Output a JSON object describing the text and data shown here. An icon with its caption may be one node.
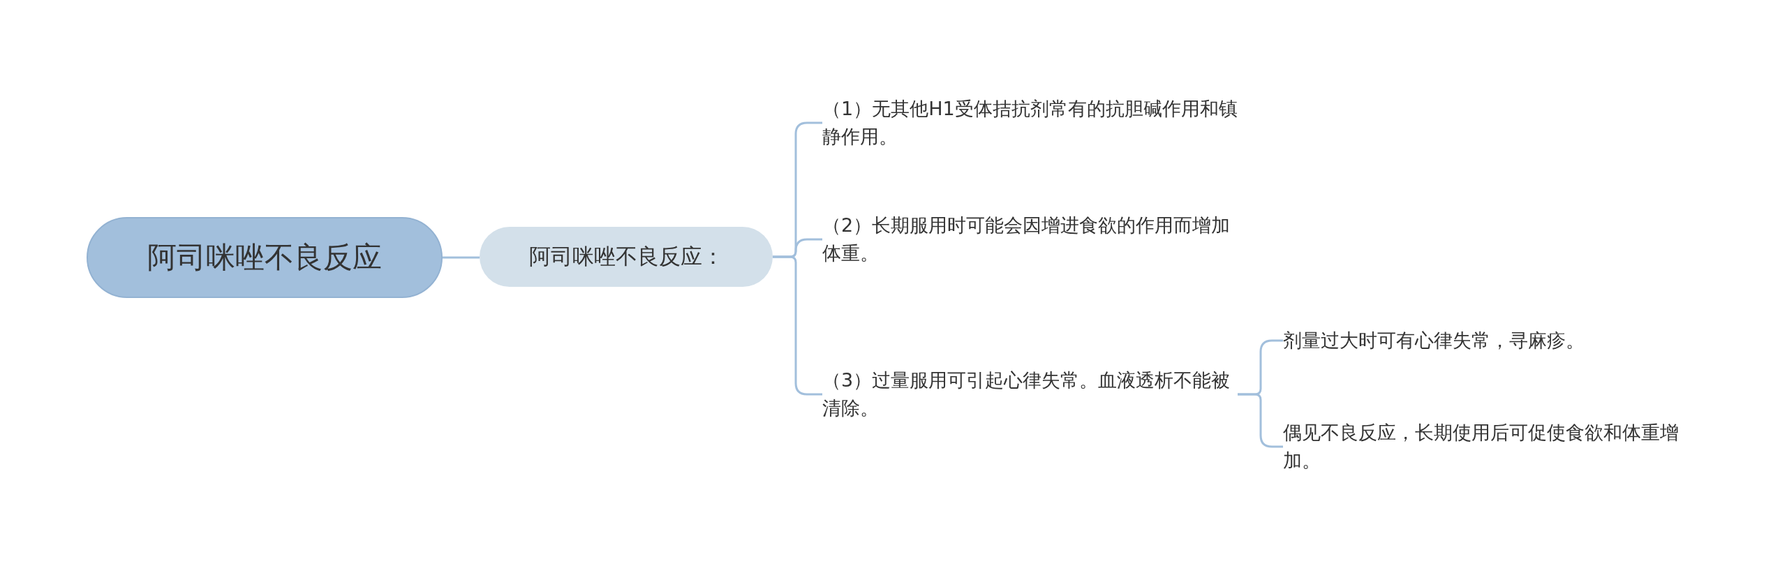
{
  "diagram": {
    "nodes": [
      {
        "text": [
          "阿司咪唑不良反应"
        ]
      },
      {
        "text": [
          "阿司咪唑不良反应："
        ]
      },
      {
        "text": [
          "（1）无其他H1受体拮抗剂常有的抗胆碱作用和镇静作用。"
        ]
      },
      {
        "text": [
          "（2）长期服用时可能会因增进食欲的作用而增加体重。"
        ]
      },
      {
        "text": [
          "（3）过量服用可引起心律失常。血液透析不能被清除。"
        ]
      },
      {
        "text": [
          "剂量过大时可有心律失常，寻麻疹。"
        ]
      },
      {
        "text": [
          "偶见不良反应，长期使用后可促使食欲和体重增加。"
        ]
      }
    ],
    "edges": [
      {
        "from": 0,
        "to": 1,
        "arrow": "none"
      },
      {
        "from": 1,
        "to": 2,
        "arrow": "none"
      },
      {
        "from": 1,
        "to": 3,
        "arrow": "none"
      },
      {
        "from": 1,
        "to": 4,
        "arrow": "none"
      },
      {
        "from": 4,
        "to": 5,
        "arrow": "none"
      },
      {
        "from": 4,
        "to": 6,
        "arrow": "none"
      }
    ]
  }
}
